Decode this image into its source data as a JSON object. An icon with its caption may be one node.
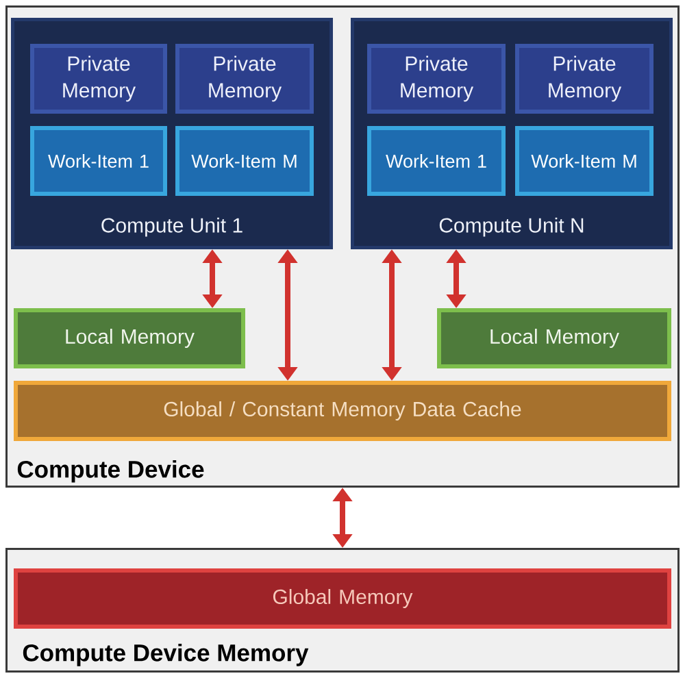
{
  "diagram": {
    "nodes": [
      {
        "text": [
          "Compute Device"
        ]
      },
      {
        "text": [
          "Compute Unit 1"
        ],
        "in": 0
      },
      {
        "text": [
          "Private Memory"
        ],
        "in": 1
      },
      {
        "text": [
          "Private Memory"
        ],
        "in": 1
      },
      {
        "text": [
          "Work-Item 1"
        ],
        "in": 1
      },
      {
        "text": [
          "Work-Item M"
        ],
        "in": 1
      },
      {
        "text": [
          "Compute Unit N"
        ],
        "in": 0
      },
      {
        "text": [
          "Private Memory"
        ],
        "in": 6
      },
      {
        "text": [
          "Private Memory"
        ],
        "in": 6
      },
      {
        "text": [
          "Work-Item 1"
        ],
        "in": 6
      },
      {
        "text": [
          "Work-Item M"
        ],
        "in": 6
      },
      {
        "text": [
          "Local Memory"
        ],
        "in": 0
      },
      {
        "text": [
          "Local Memory"
        ],
        "in": 0
      },
      {
        "text": [
          "Global / Constant Memory Data Cache"
        ],
        "in": 0
      },
      {
        "text": [
          "Compute Device Memory"
        ]
      },
      {
        "text": [
          "Global Memory"
        ],
        "in": 14
      }
    ],
    "edges": [
      {
        "from": 1,
        "to": 11,
        "arrow": "both"
      },
      {
        "from": 1,
        "to": 13,
        "arrow": "both"
      },
      {
        "from": 6,
        "to": 13,
        "arrow": "both"
      },
      {
        "from": 6,
        "to": 12,
        "arrow": "both"
      },
      {
        "from": 0,
        "to": 14,
        "arrow": "both"
      }
    ]
  }
}
